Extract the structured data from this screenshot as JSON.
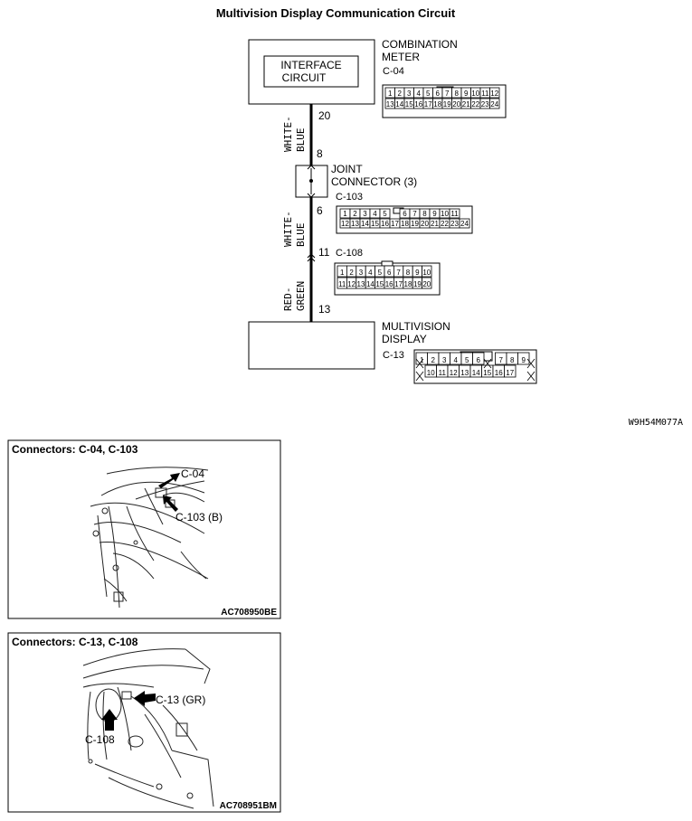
{
  "title": "Multivision Display Communication Circuit",
  "figure_code": "W9H54M077A",
  "circuit": {
    "combination_meter": {
      "name_line1": "COMBINATION",
      "name_line2": "METER",
      "connector": "C-04",
      "interface_line1": "INTERFACE",
      "interface_line2": "CIRCUIT",
      "pin_out": "20",
      "rows": [
        [
          "1",
          "2",
          "3",
          "4",
          "5",
          "6",
          "7",
          "8",
          "9",
          "10",
          "11",
          "12"
        ],
        [
          "13",
          "14",
          "15",
          "16",
          "17",
          "18",
          "19",
          "20",
          "21",
          "22",
          "23",
          "24"
        ]
      ]
    },
    "wire1": {
      "color_line1": "WHITE-",
      "color_line2": "BLUE"
    },
    "joint_connector": {
      "name_line1": "JOINT",
      "name_line2": "CONNECTOR (3)",
      "connector": "C-103",
      "pin_in": "8",
      "pin_out": "6",
      "rows": [
        [
          "1",
          "2",
          "3",
          "4",
          "5",
          "6",
          "7",
          "8",
          "9",
          "10",
          "11"
        ],
        [
          "12",
          "13",
          "14",
          "15",
          "16",
          "17",
          "18",
          "19",
          "20",
          "21",
          "22",
          "23",
          "24"
        ]
      ]
    },
    "wire2": {
      "color_line1": "WHITE-",
      "color_line2": "BLUE"
    },
    "intermediate_connector": {
      "connector": "C-108",
      "pin_in": "11",
      "pin_out": "13",
      "rows": [
        [
          "1",
          "2",
          "3",
          "4",
          "5",
          "6",
          "7",
          "8",
          "9",
          "10"
        ],
        [
          "11",
          "12",
          "13",
          "14",
          "15",
          "16",
          "17",
          "18",
          "19",
          "20"
        ]
      ]
    },
    "wire3": {
      "color_line1": "RED-",
      "color_line2": "GREEN"
    },
    "multivision_display": {
      "name_line1": "MULTIVISION",
      "name_line2": "DISPLAY",
      "connector": "C-13",
      "rows": [
        [
          "1",
          "2",
          "3",
          "4",
          "5",
          "6",
          "7",
          "8",
          "9"
        ],
        [
          "10",
          "11",
          "12",
          "13",
          "14",
          "15",
          "16",
          "17"
        ]
      ]
    }
  },
  "panels": [
    {
      "title": "Connectors: C-04, C-103",
      "callouts": [
        "C-04",
        "C-103 (B)"
      ],
      "code": "AC708950BE"
    },
    {
      "title": "Connectors: C-13, C-108",
      "callouts": [
        "C-13 (GR)",
        "C-108"
      ],
      "code": "AC708951BM"
    }
  ]
}
